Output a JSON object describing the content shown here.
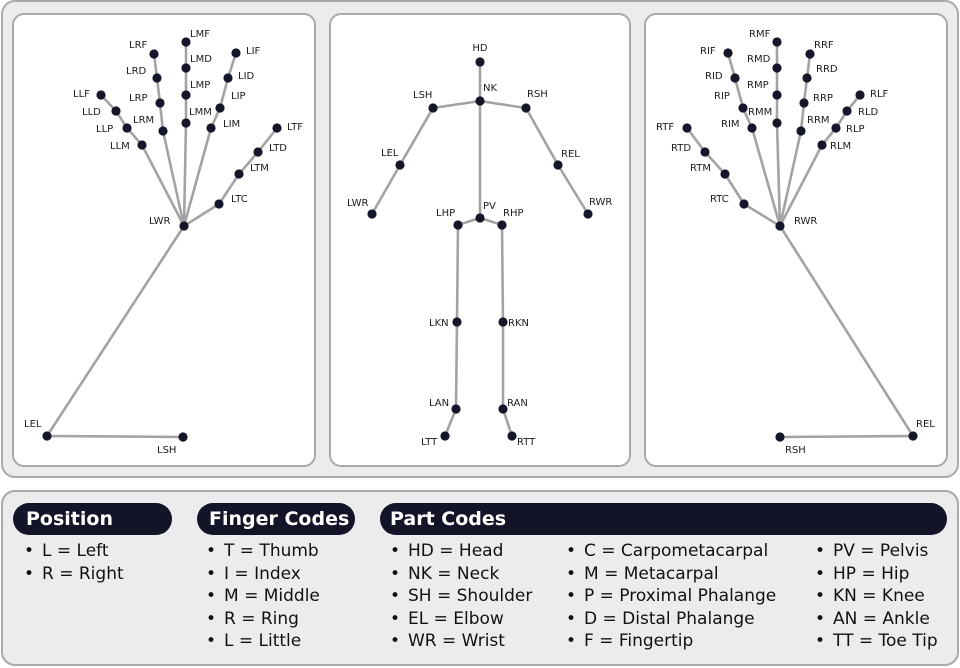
{
  "panels": {
    "left_hand": {
      "joints": [
        "LRF",
        "LMF",
        "LIF",
        "LRD",
        "LMD",
        "LID",
        "LLF",
        "LRP",
        "LMP",
        "LIP",
        "LLD",
        "LRM",
        "LMM",
        "LIM",
        "LLP",
        "LTF",
        "LLM",
        "LTD",
        "LTM",
        "LTC",
        "LWR",
        "LEL",
        "LSH"
      ]
    },
    "body": {
      "joints": [
        "HD",
        "NK",
        "LSH",
        "RSH",
        "LEL",
        "REL",
        "LWR",
        "RWR",
        "LHP",
        "PV",
        "RHP",
        "LKN",
        "RKN",
        "LAN",
        "RAN",
        "LTT",
        "RTT"
      ]
    },
    "right_hand": {
      "joints": [
        "RMF",
        "RRF",
        "RIF",
        "RMD",
        "RRD",
        "RID",
        "RMP",
        "RLF",
        "RIP",
        "RRP",
        "RLD",
        "RMM",
        "RTF",
        "RIM",
        "RRM",
        "RLP",
        "RTD",
        "RLM",
        "RTM",
        "RTC",
        "RWR",
        "REL",
        "RSH"
      ]
    }
  },
  "legend": {
    "position": {
      "title": "Position",
      "items": [
        "L = Left",
        "R = Right"
      ]
    },
    "finger_codes": {
      "title": "Finger Codes",
      "items": [
        "T = Thumb",
        "I = Index",
        "M = Middle",
        "R = Ring",
        "L = Little"
      ]
    },
    "part_codes": {
      "title": "Part Codes",
      "columns": [
        [
          "HD = Head",
          "NK = Neck",
          "SH = Shoulder",
          "EL = Elbow",
          "WR = Wrist"
        ],
        [
          "C  = Carpometacarpal",
          "M  = Metacarpal",
          "P  = Proximal Phalange",
          "D  = Distal Phalange",
          "F  = Fingertip"
        ],
        [
          "PV = Pelvis",
          "HP = Hip",
          "KN = Knee",
          "AN = Ankle",
          "TT = Toe Tip"
        ]
      ]
    }
  }
}
